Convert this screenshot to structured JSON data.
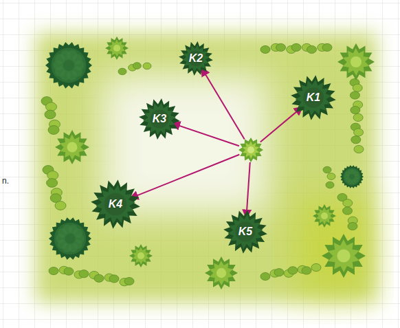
{
  "diagram": {
    "nodes": [
      {
        "text": [
          "K2"
        ]
      },
      {
        "text": [
          "K1"
        ]
      },
      {
        "text": [
          "K3"
        ]
      },
      {
        "text": []
      },
      {
        "text": [
          "K4"
        ]
      },
      {
        "text": [
          "K5"
        ]
      }
    ],
    "edges": [
      {
        "from": 3,
        "to": 0,
        "arrow": "to"
      },
      {
        "from": 3,
        "to": 1,
        "arrow": "to"
      },
      {
        "from": 3,
        "to": 2,
        "arrow": "to"
      },
      {
        "from": 3,
        "to": 4,
        "arrow": "to"
      },
      {
        "from": 3,
        "to": 5,
        "arrow": "to"
      }
    ],
    "labels": [
      "n."
    ]
  }
}
